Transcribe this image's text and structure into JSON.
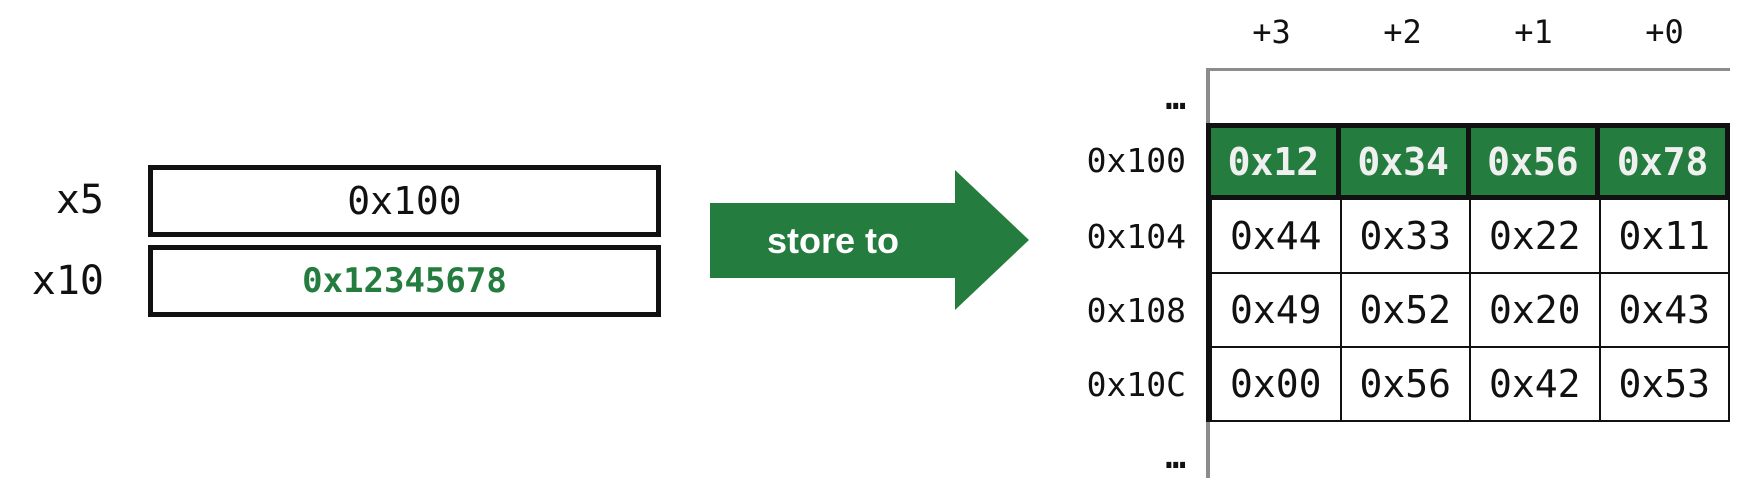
{
  "colors": {
    "accent_green": "#247d3e",
    "border_black": "#111111",
    "line_gray": "#8c8c8c",
    "on_green_text": "#f0f0f0"
  },
  "registers": {
    "items": [
      {
        "name": "x5",
        "value": "0x100"
      },
      {
        "name": "x10",
        "value": "0x12345678"
      }
    ]
  },
  "arrow": {
    "label": "store to"
  },
  "memory": {
    "byte_offset_headers": [
      "+3",
      "+2",
      "+1",
      "+0"
    ],
    "ellipsis_top": "…",
    "ellipsis_bottom": "…",
    "rows": [
      {
        "address": "0x100",
        "bytes": [
          "0x12",
          "0x34",
          "0x56",
          "0x78"
        ],
        "highlighted": true
      },
      {
        "address": "0x104",
        "bytes": [
          "0x44",
          "0x33",
          "0x22",
          "0x11"
        ],
        "highlighted": false
      },
      {
        "address": "0x108",
        "bytes": [
          "0x49",
          "0x52",
          "0x20",
          "0x43"
        ],
        "highlighted": false
      },
      {
        "address": "0x10C",
        "bytes": [
          "0x00",
          "0x56",
          "0x42",
          "0x53"
        ],
        "highlighted": false
      }
    ]
  }
}
